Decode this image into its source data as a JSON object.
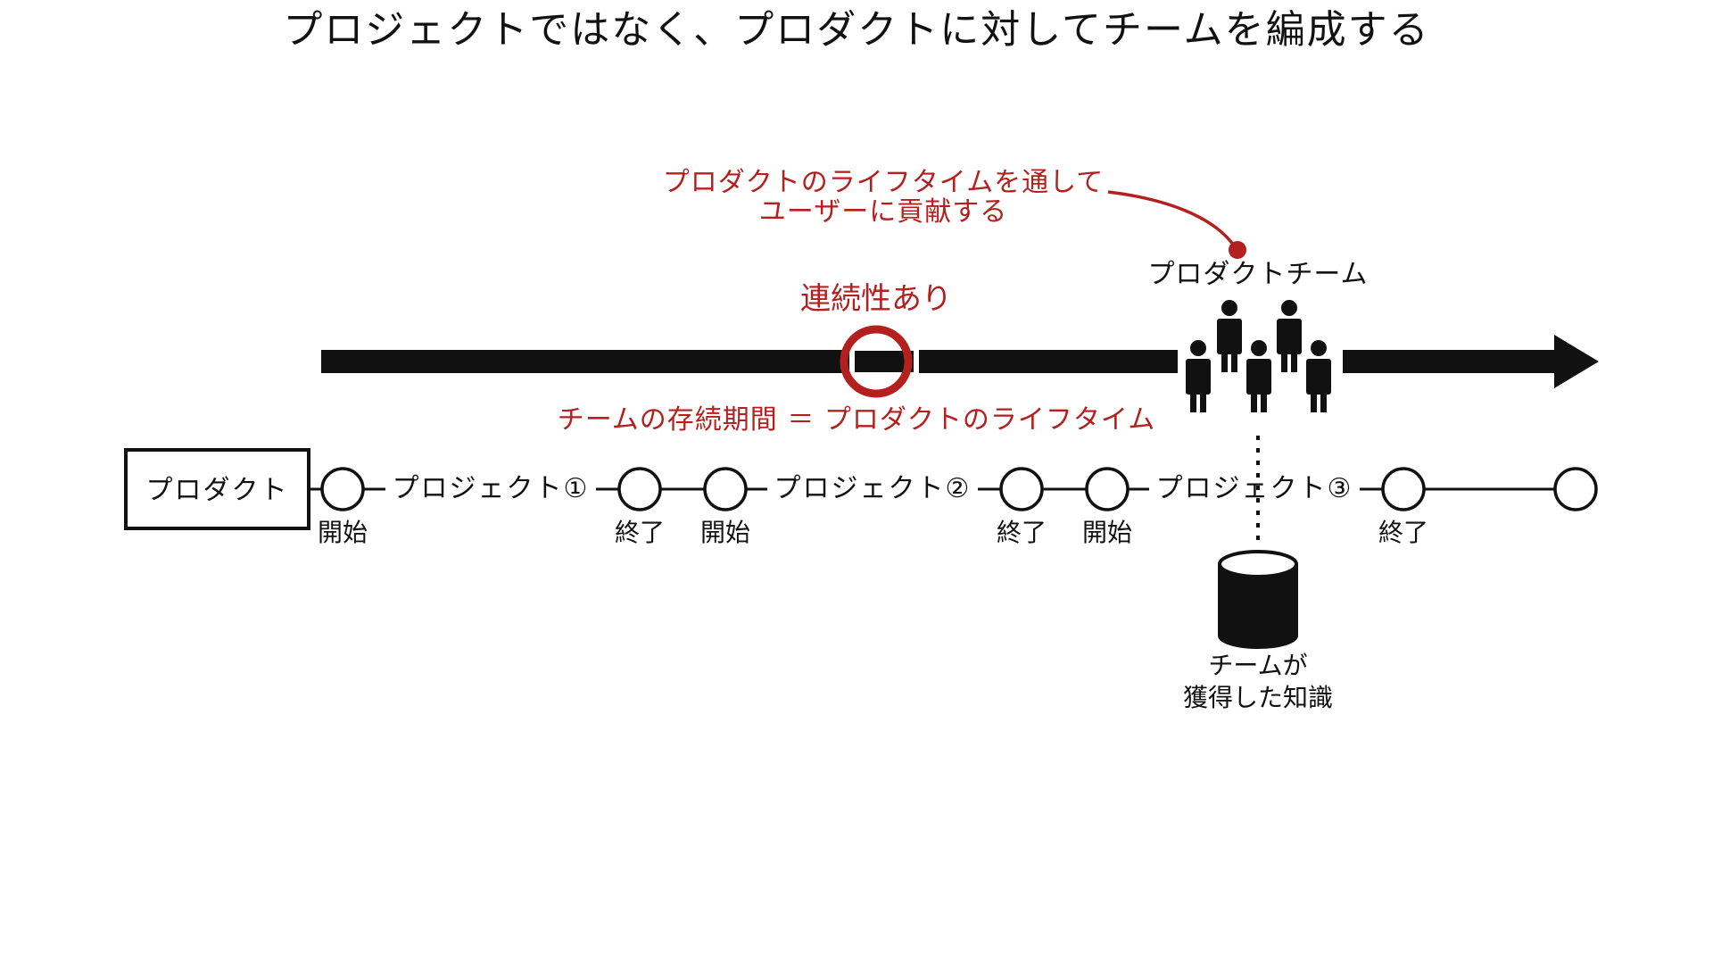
{
  "title": "プロジェクトではなく、プロダクトに対してチームを編成する",
  "callout": {
    "line1": "プロダクトのライフタイムを通して",
    "line2": "ユーザーに貢献する"
  },
  "product_team_label": "プロダクトチーム",
  "continuity_label": "連続性あり",
  "lifetime_label": "チームの存続期間 ＝ プロダクトのライフタイム",
  "product_box_label": "プロダクト",
  "projects": [
    "プロジェクト①",
    "プロジェクト②",
    "プロジェクト③"
  ],
  "milestones": [
    "開始",
    "終了",
    "開始",
    "終了",
    "開始",
    "終了"
  ],
  "knowledge": {
    "line1": "チームが",
    "line2": "獲得した知識"
  },
  "colors": {
    "accent_red": "#b3201e",
    "ink": "#111111"
  }
}
